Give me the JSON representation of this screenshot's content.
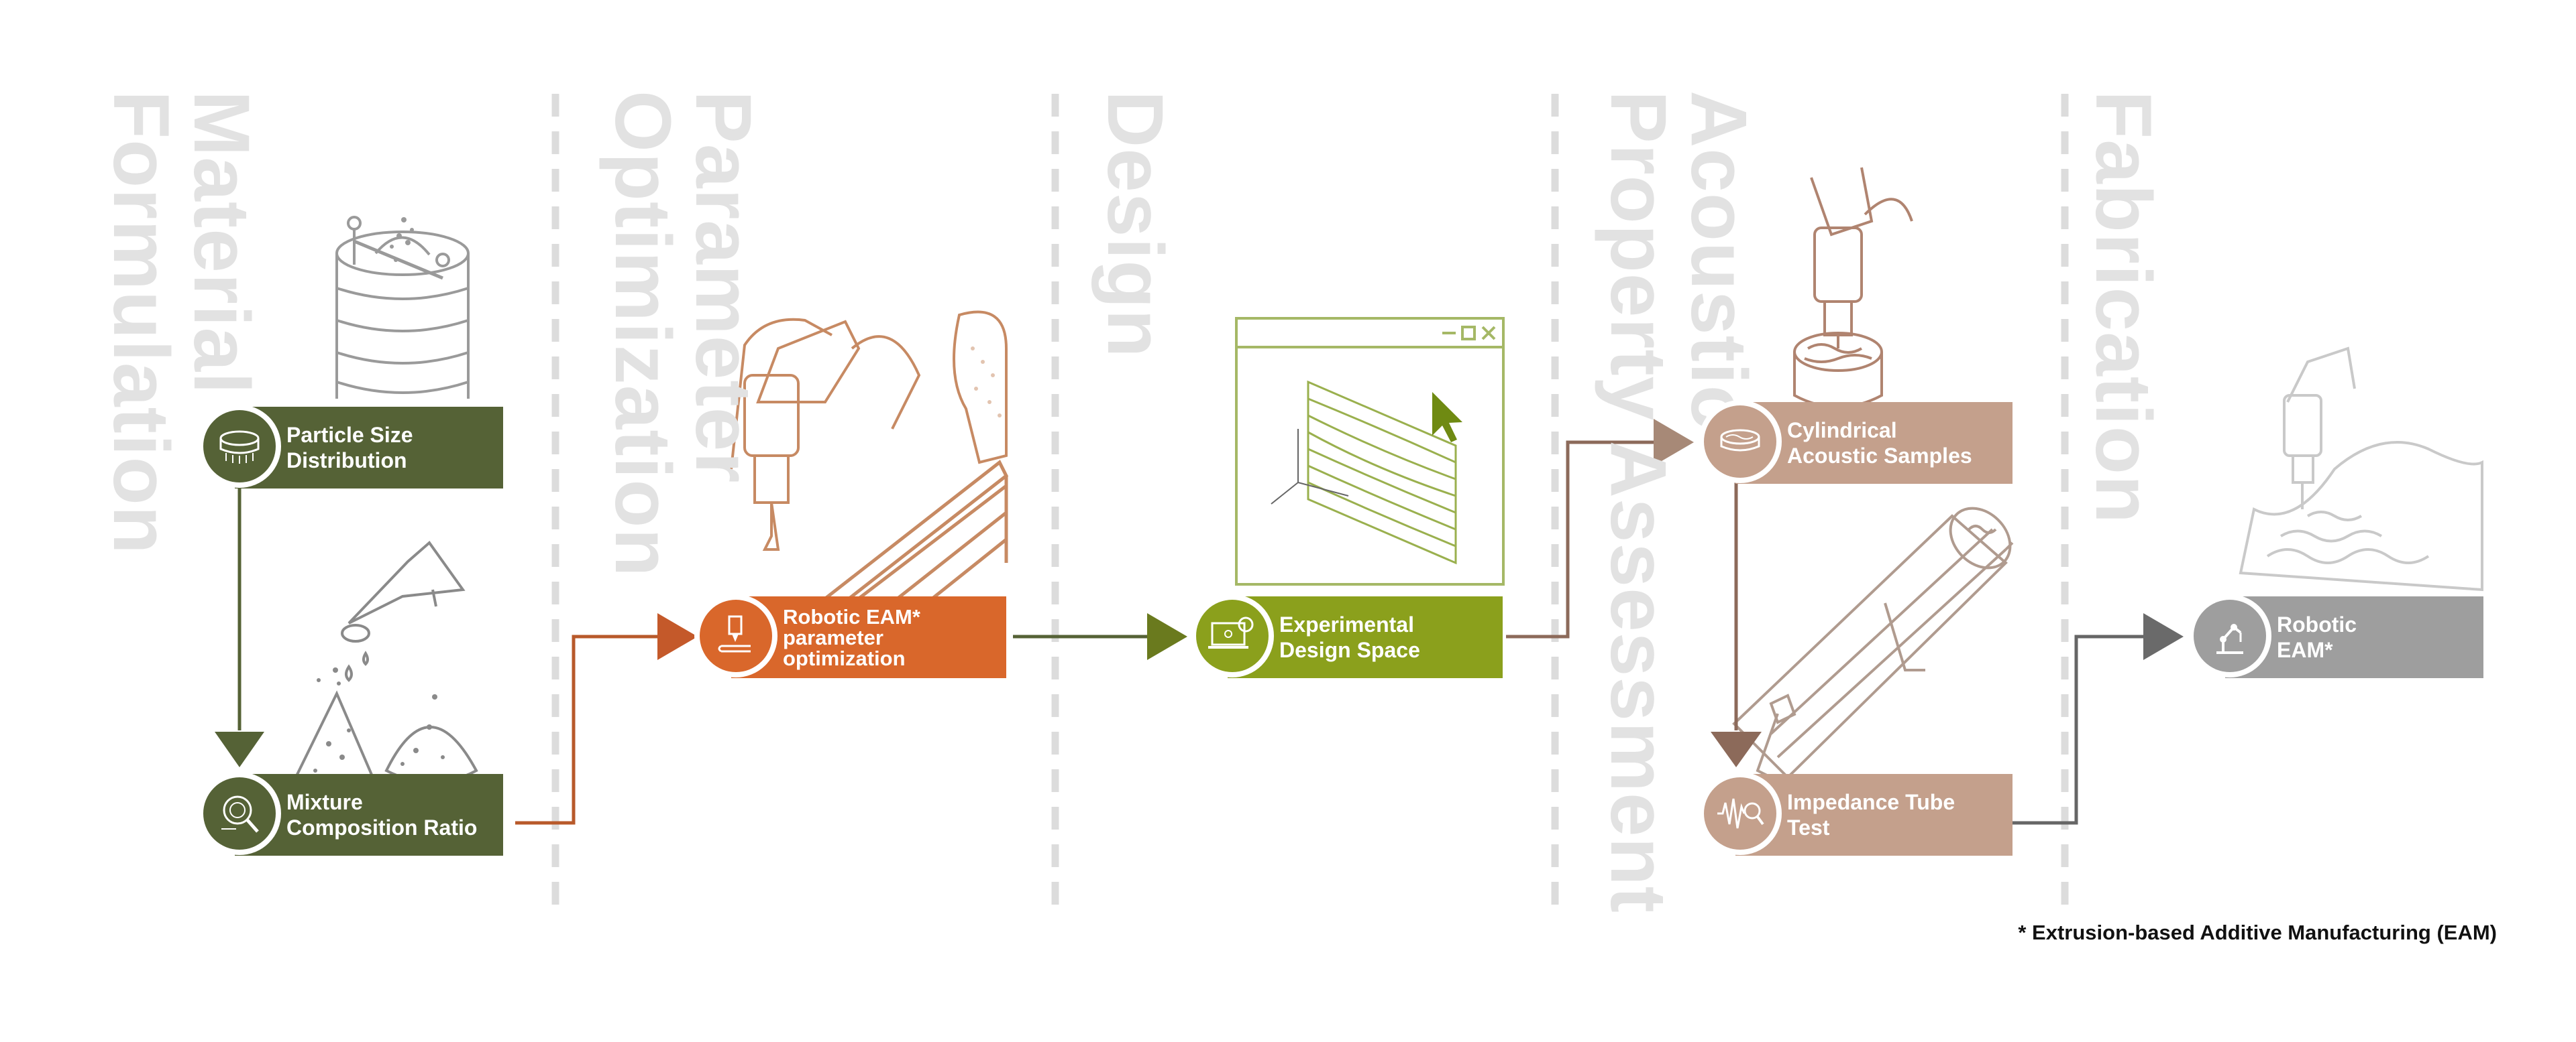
{
  "colors": {
    "material": "#556236",
    "parameter": "#d9672b",
    "design": "#8ba01c",
    "acoustic": "#c4a08c",
    "fabrication": "#9e9e9e",
    "stage_title": "#e2e2e2",
    "divider": "#dcdcdc",
    "line_art_brown": "#c78a63",
    "line_art_gray": "#9a9a9a",
    "line_art_green": "#a5b866"
  },
  "stages": [
    {
      "title": "Material\nFormulation"
    },
    {
      "title": "Parameter\nOptimization"
    },
    {
      "title": "Design"
    },
    {
      "title": "Acoustic\nProperty Assessment"
    },
    {
      "title": "Fabrication"
    }
  ],
  "nodes": {
    "particle_size": {
      "line1": "Particle Size",
      "line2": "Distribution",
      "icon": "sieve-icon"
    },
    "mixture": {
      "line1": "Mixture",
      "line2": "Composition Ratio",
      "icon": "magnifier-molecule-icon"
    },
    "robotic_param": {
      "line1": "Robotic EAM*",
      "line2": "parameter",
      "line3": "optimization",
      "icon": "extruder-icon"
    },
    "design_space": {
      "line1": "Experimental",
      "line2": "Design Space",
      "icon": "laptop-gear-icon"
    },
    "cylindrical": {
      "line1": "Cylindrical",
      "line2": "Acoustic Samples",
      "icon": "sample-disc-icon"
    },
    "impedance": {
      "line1": "Impedance Tube",
      "line2": "Test",
      "icon": "soundwave-magnifier-icon"
    },
    "robotic_eam": {
      "line1": "Robotic",
      "line2": "EAM*",
      "icon": "robot-arm-icon"
    }
  },
  "footnote": "* Extrusion-based Additive Manufacturing (EAM)"
}
